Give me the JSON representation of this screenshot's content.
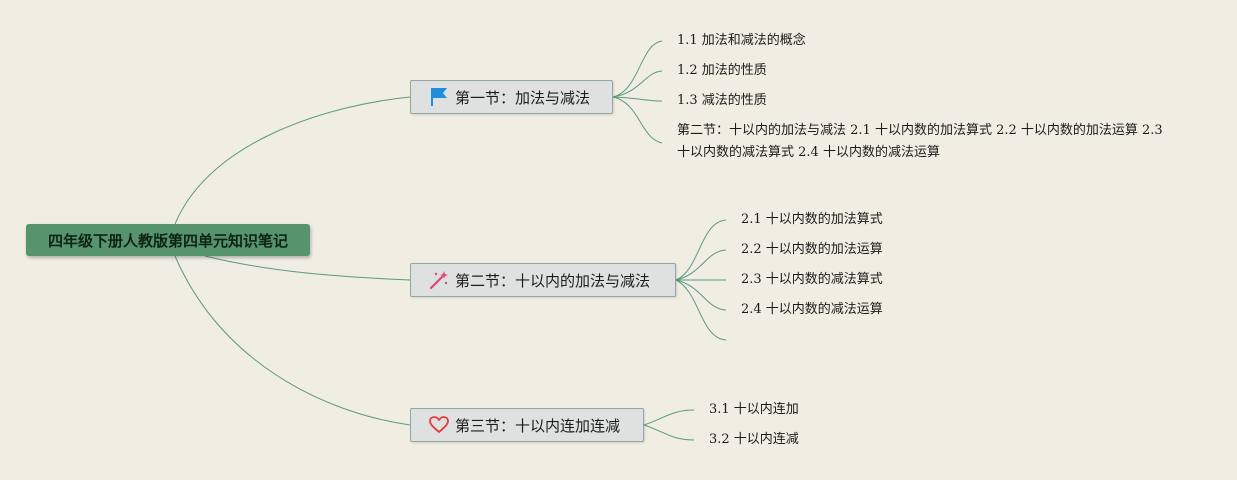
{
  "mindmap": {
    "root": {
      "label": "四年级下册人教版第四单元知识笔记"
    },
    "sections": [
      {
        "label": "第一节：加法与减法",
        "icon": "flag-icon",
        "children": [
          "1.1 加法和减法的概念",
          "1.2 加法的性质",
          "1.3 减法的性质",
          "第二节：十以内的加法与减法 2.1 十以内数的加法算式 2.2 十以内数的加法运算 2.3 十以内数的减法算式 2.4 十以内数的减法运算"
        ]
      },
      {
        "label": "第二节：十以内的加法与减法",
        "icon": "magic-wand-icon",
        "children": [
          "2.1 十以内数的加法算式",
          "2.2 十以内数的加法运算",
          "2.3 十以内数的减法算式",
          "2.4 十以内数的减法运算",
          ""
        ]
      },
      {
        "label": "第三节：十以内连加连减",
        "icon": "heart-icon",
        "children": [
          "3.1 十以内连加",
          "3.2 十以内连减"
        ]
      }
    ]
  },
  "colors": {
    "background": "#f0ede3",
    "root_fill": "#55946c",
    "section_fill": "#dfe0e0",
    "section_border": "#8fa7a5",
    "connector": "#5b9b80",
    "flag_icon": "#1f8fde",
    "wand_icon": "#e0457a",
    "heart_icon": "#e23b3b"
  }
}
